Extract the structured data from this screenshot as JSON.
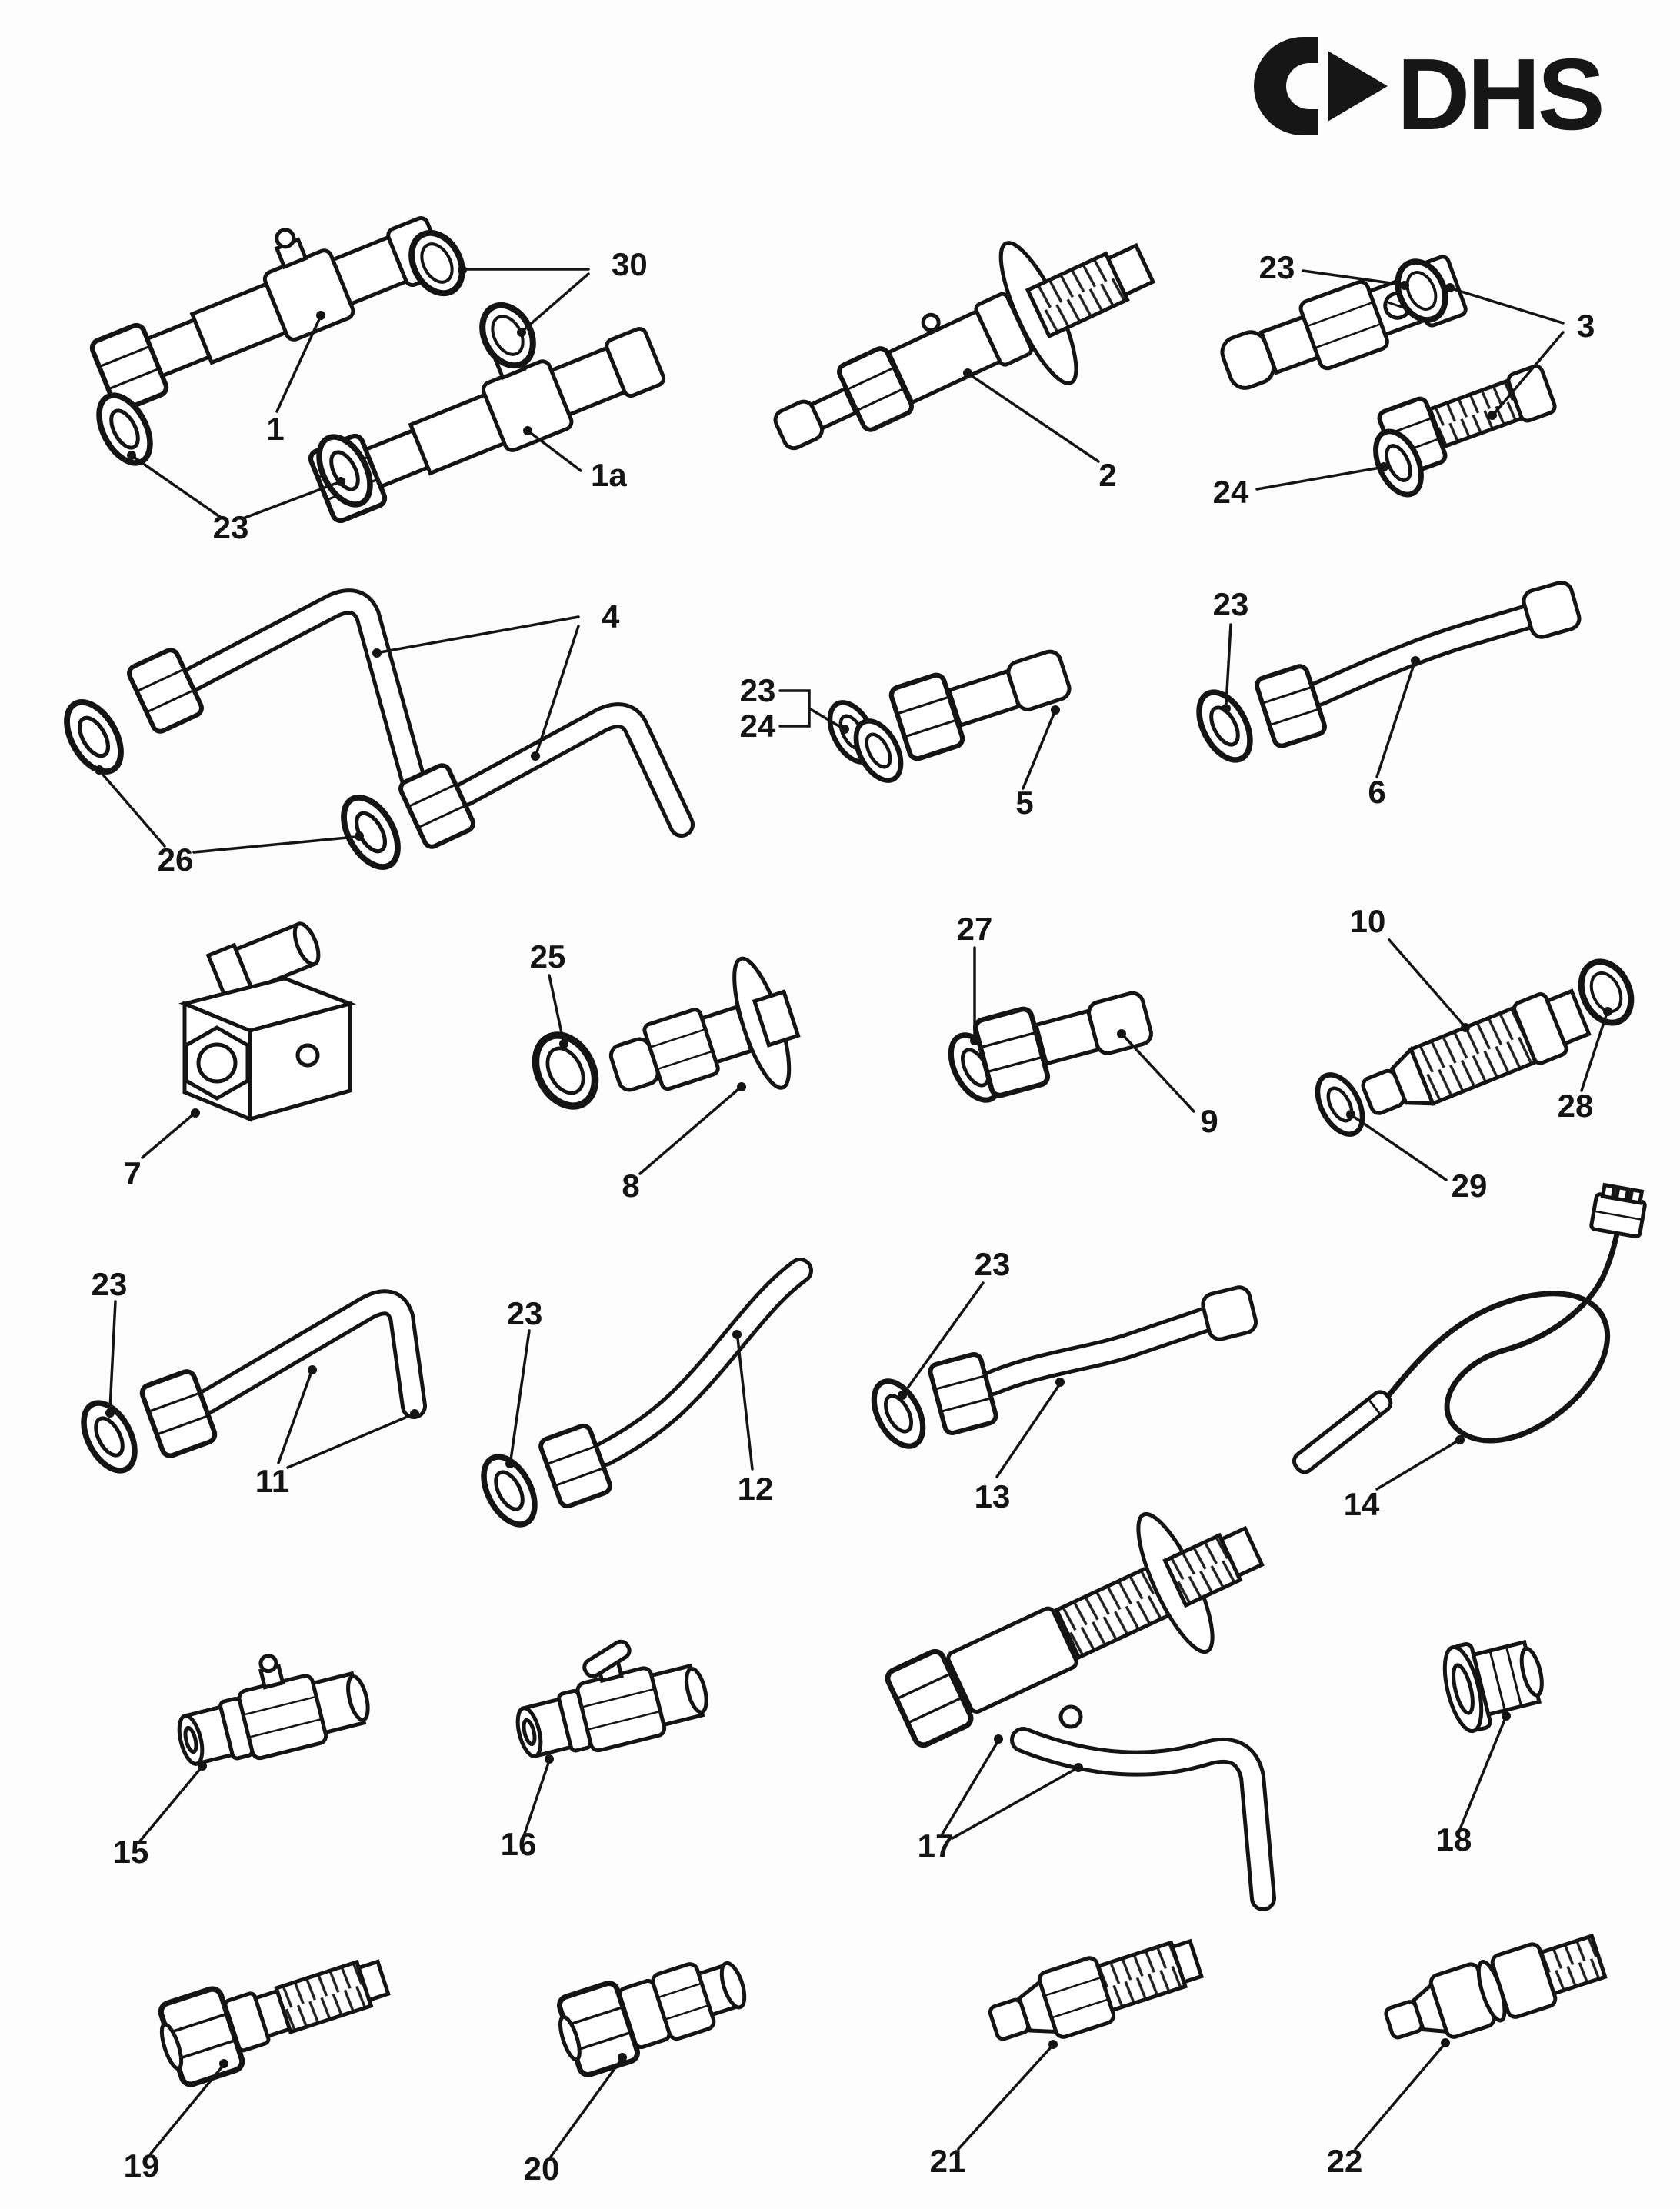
{
  "logo": {
    "text": "DHS"
  },
  "labels": {
    "n1": "1",
    "n1a": "1a",
    "n2": "2",
    "n3": "3",
    "n4": "4",
    "n5": "5",
    "n6": "6",
    "n7": "7",
    "n8": "8",
    "n9": "9",
    "n10": "10",
    "n11": "11",
    "n12": "12",
    "n13": "13",
    "n14": "14",
    "n15": "15",
    "n16": "16",
    "n17": "17",
    "n18": "18",
    "n19": "19",
    "n20": "20",
    "n21": "21",
    "n22": "22",
    "n23": "23",
    "n24": "24",
    "n25": "25",
    "n26": "26",
    "n27": "27",
    "n28": "28",
    "n29": "29",
    "n30": "30"
  }
}
